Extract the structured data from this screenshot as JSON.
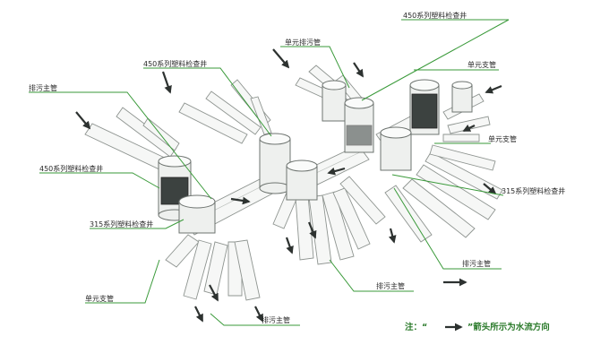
{
  "labels": {
    "sewer_main_tl": "排污主管",
    "inspection_450_left": "450系列塑料检查井",
    "unit_drain_top": "单元排污管",
    "inspection_450_top_center": "450系列塑料检查井",
    "inspection_450_top_right": "450系列塑料检查井",
    "unit_branch_right_top": "单元支管",
    "unit_branch_right_mid": "单元支管",
    "inspection_315_right": "315系列塑料检查井",
    "inspection_315_left": "315系列塑料检查井",
    "sewer_main_right": "排污主管",
    "sewer_main_center": "排污主管",
    "unit_branch_bottom_left": "单元支管",
    "sewer_main_bottom": "排污主管"
  },
  "legend_note": {
    "prefix": "注：“",
    "suffix": "”箭头所示为水流方向"
  },
  "colors": {
    "leader_green": "#3a9a3a",
    "pipe_stroke": "#8e9490",
    "arrow": "#2d3230",
    "note_text": "#2a7a2a"
  }
}
